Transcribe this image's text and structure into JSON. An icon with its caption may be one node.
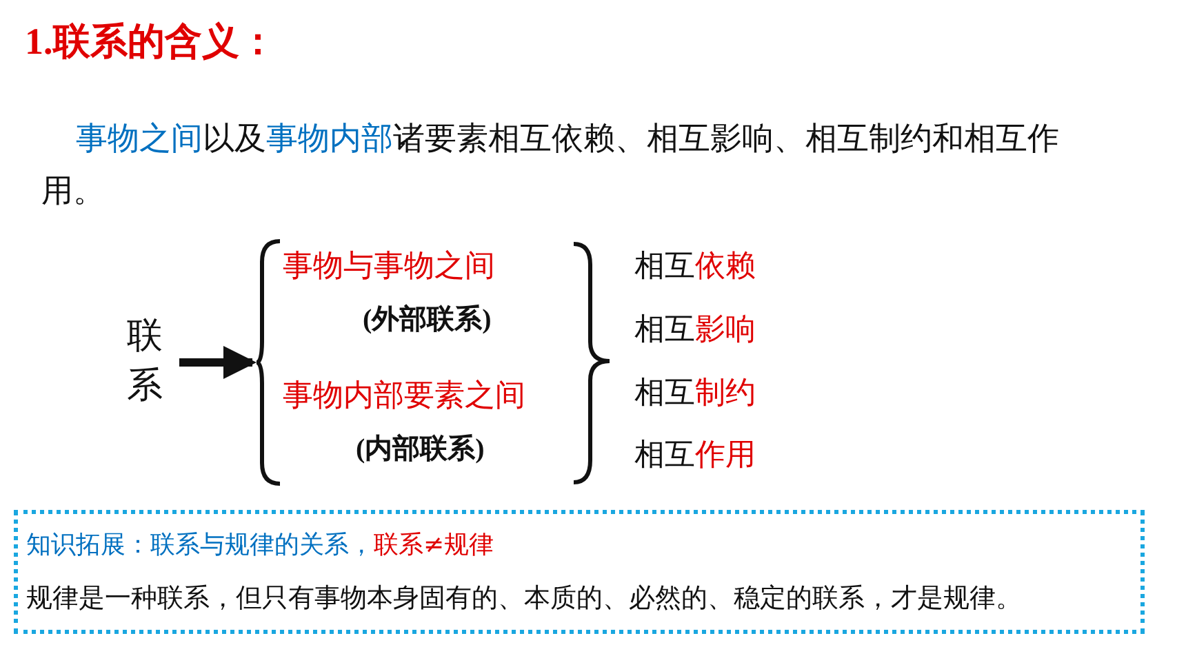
{
  "diagram": {
    "title": "1.联系的含义：",
    "nodes": [
      {
        "text": [
          "联系"
        ]
      },
      {
        "text": [],
        "shape": "brace"
      },
      {
        "text": [
          "事物与事物之间",
          "(外部联系)"
        ],
        "in": 1
      },
      {
        "text": [
          "事物内部要素之间",
          "(内部联系)"
        ],
        "in": 1
      },
      {
        "text": [
          "知识拓展：联系与规律的关系，**联系≠规律**",
          "规律是一种联系，但只有事物本身固有的、本质的、必然的、稳定的联系，才是规律。"
        ]
      }
    ],
    "edges": [
      {
        "from": 0,
        "to": 1,
        "arrow": "to"
      }
    ],
    "labels": [
      "**事物之间**以及**事物内部**诸要素相互依赖、相互影响、相互制约和相互作用。",
      "相互**依赖**",
      "相互**影响**",
      "相互**制约**",
      "相互**作用**"
    ]
  }
}
